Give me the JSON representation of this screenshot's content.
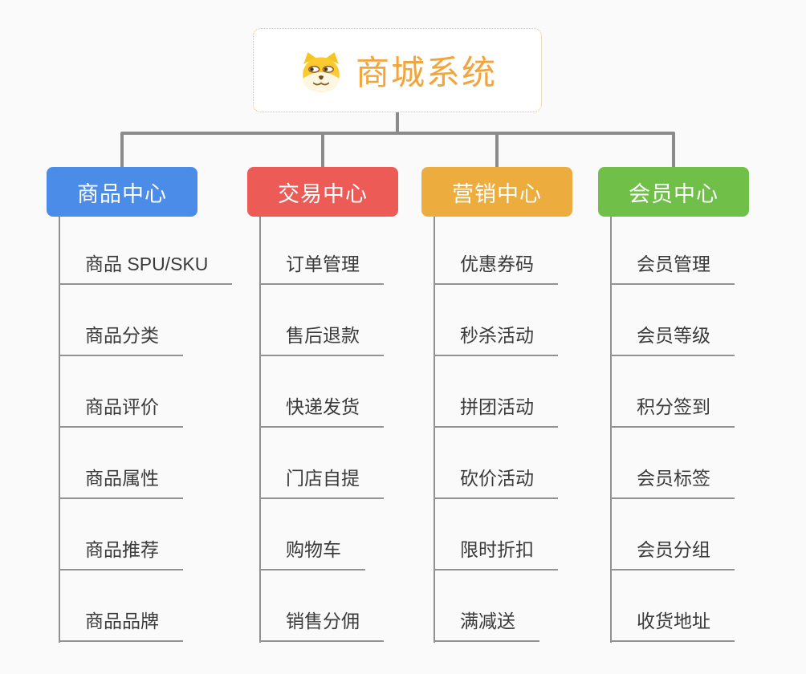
{
  "root": {
    "title": "商城系统",
    "icon": "dog-face-icon"
  },
  "colors": {
    "background": "#fafafa",
    "root_title": "#f2a43d",
    "root_border_dotted": "#f0bd68",
    "connector_line": "#8b8b8b",
    "child_underline": "#929292",
    "child_text": "#3a3a3a"
  },
  "branches": [
    {
      "label": "商品中心",
      "color": "#4a8ce8",
      "children": [
        "商品 SPU/SKU",
        "商品分类",
        "商品评价",
        "商品属性",
        "商品推荐",
        "商品品牌"
      ]
    },
    {
      "label": "交易中心",
      "color": "#ec5b55",
      "children": [
        "订单管理",
        "售后退款",
        "快递发货",
        "门店自提",
        "购物车",
        "销售分佣"
      ]
    },
    {
      "label": "营销中心",
      "color": "#edac3e",
      "children": [
        "优惠券码",
        "秒杀活动",
        "拼团活动",
        "砍价活动",
        "限时折扣",
        "满减送"
      ]
    },
    {
      "label": "会员中心",
      "color": "#6fbf48",
      "children": [
        "会员管理",
        "会员等级",
        "积分签到",
        "会员标签",
        "会员分组",
        "收货地址"
      ]
    }
  ]
}
